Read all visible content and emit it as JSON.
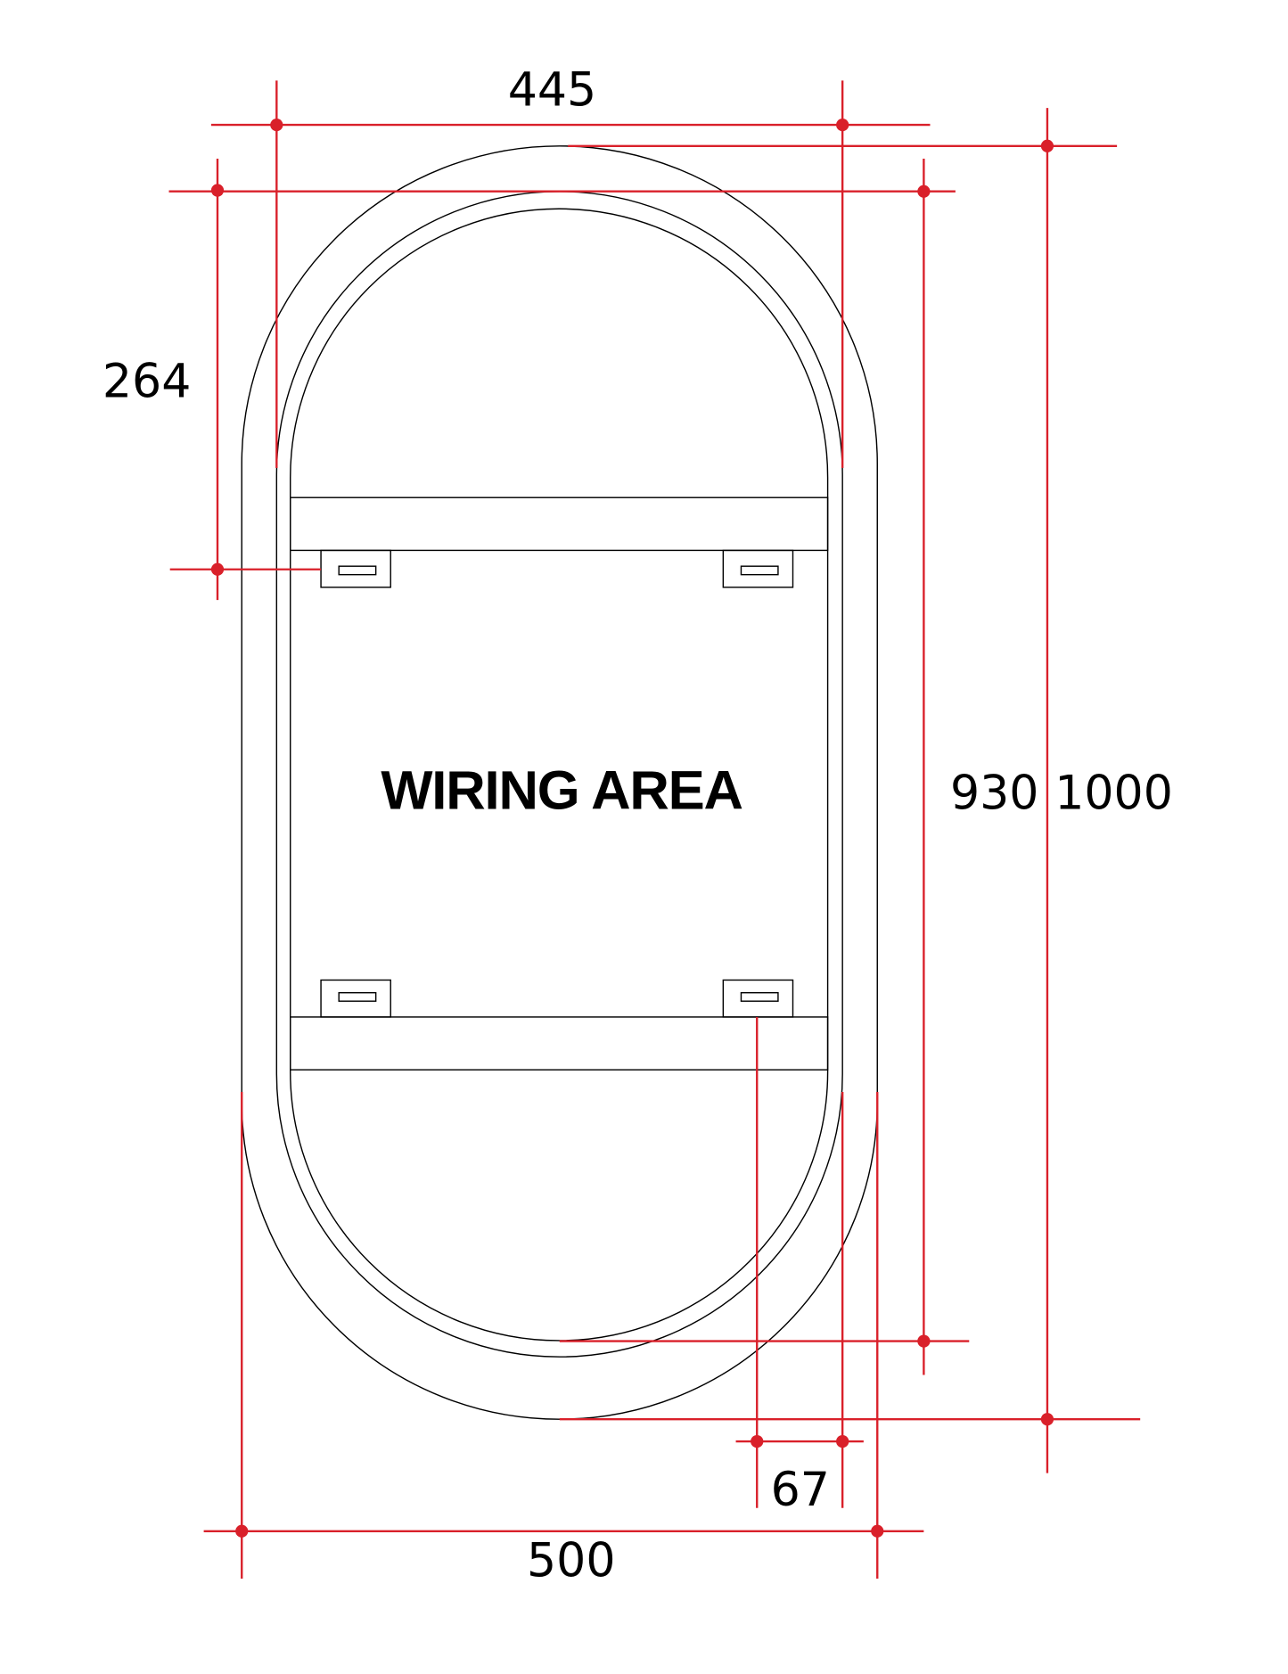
{
  "diagram": {
    "center_label": "WIRING AREA",
    "colors": {
      "dimension": "#d9202a",
      "outline": "#000000"
    },
    "dimensions": {
      "top_width": "445",
      "bracket_offset": "264",
      "inner_height": "930",
      "overall_height": "1000",
      "frame_width": "67",
      "overall_width": "500"
    }
  }
}
